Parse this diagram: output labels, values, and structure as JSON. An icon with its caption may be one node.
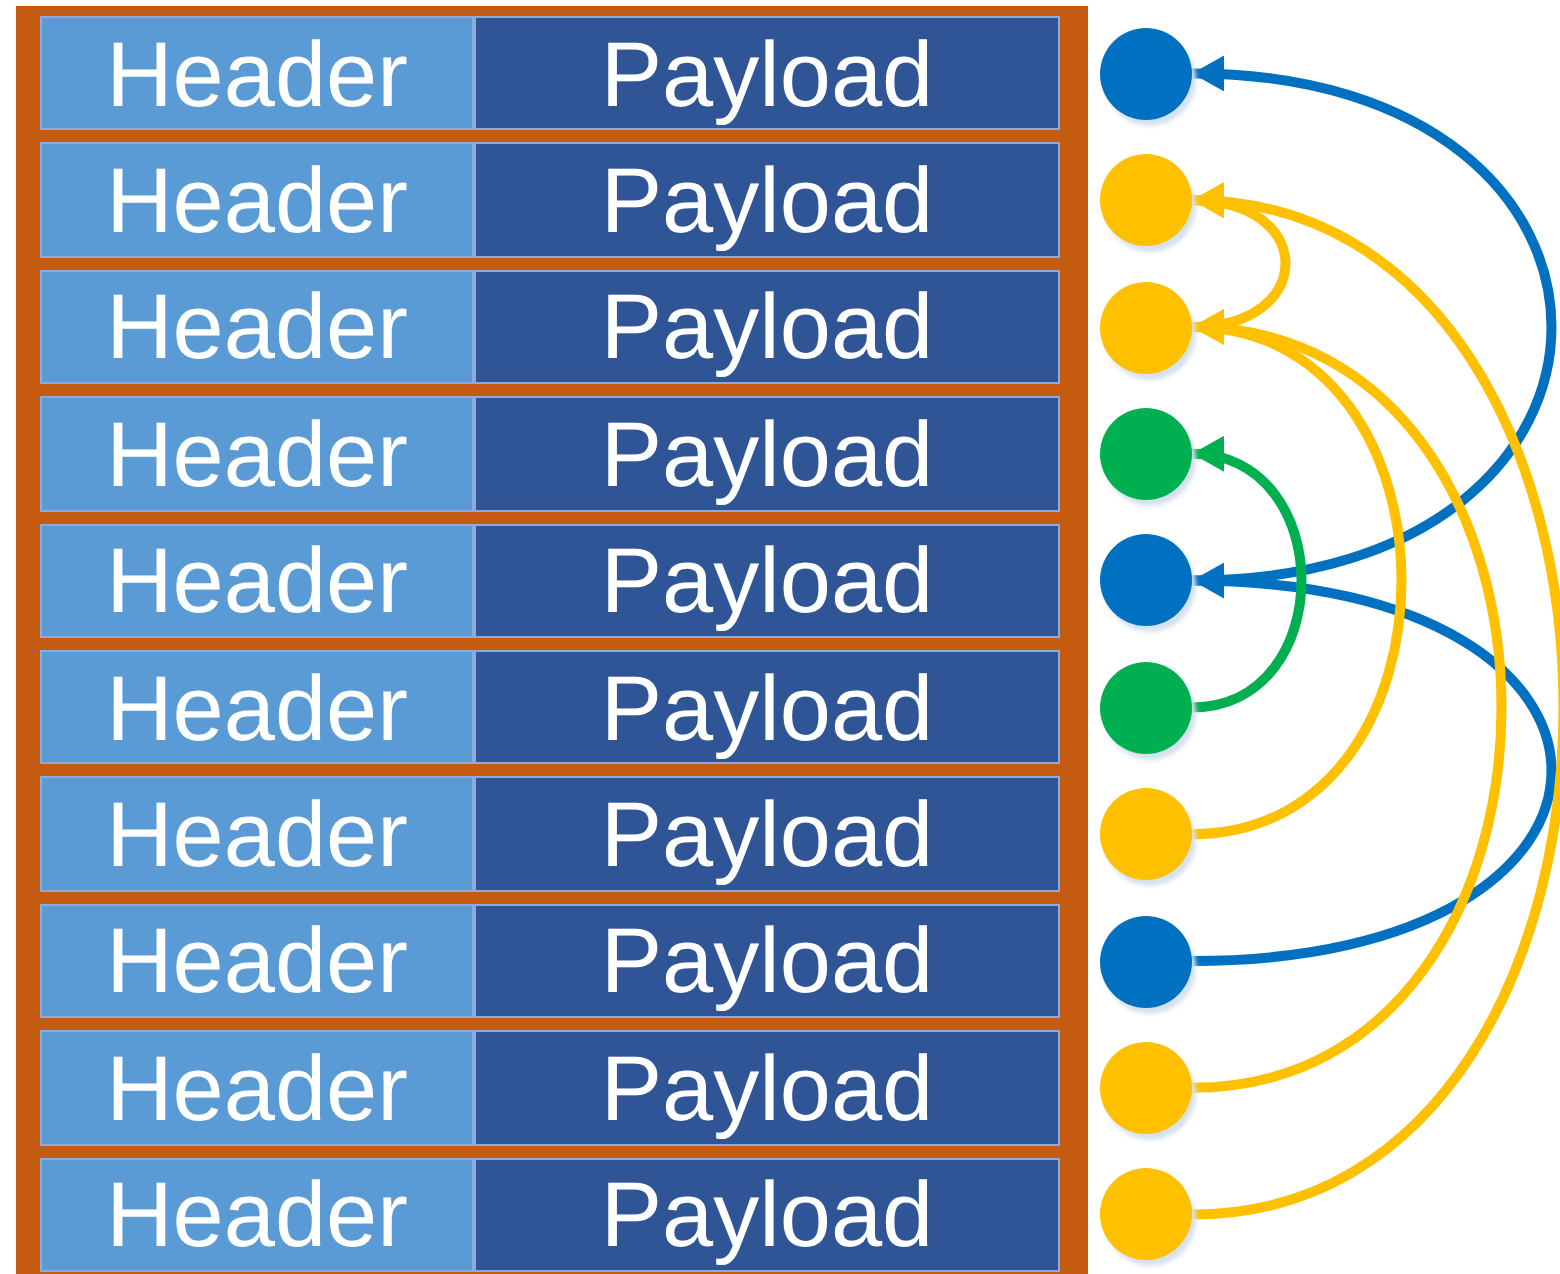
{
  "diagram": {
    "nodes": [
      {
        "text": [
          "Header"
        ]
      },
      {
        "text": [
          "Payload"
        ]
      },
      {
        "text": [],
        "shape": "circle"
      },
      {
        "text": [
          "Header"
        ]
      },
      {
        "text": [
          "Payload"
        ]
      },
      {
        "text": [],
        "shape": "circle"
      },
      {
        "text": [
          "Header"
        ]
      },
      {
        "text": [
          "Payload"
        ]
      },
      {
        "text": [],
        "shape": "circle"
      },
      {
        "text": [
          "Header"
        ]
      },
      {
        "text": [
          "Payload"
        ]
      },
      {
        "text": [],
        "shape": "circle"
      },
      {
        "text": [
          "Header"
        ]
      },
      {
        "text": [
          "Payload"
        ]
      },
      {
        "text": [],
        "shape": "circle"
      },
      {
        "text": [
          "Header"
        ]
      },
      {
        "text": [
          "Payload"
        ]
      },
      {
        "text": [],
        "shape": "circle"
      },
      {
        "text": [
          "Header"
        ]
      },
      {
        "text": [
          "Payload"
        ]
      },
      {
        "text": [],
        "shape": "circle"
      },
      {
        "text": [
          "Header"
        ]
      },
      {
        "text": [
          "Payload"
        ]
      },
      {
        "text": [],
        "shape": "circle"
      },
      {
        "text": [
          "Header"
        ]
      },
      {
        "text": [
          "Payload"
        ]
      },
      {
        "text": [],
        "shape": "circle"
      },
      {
        "text": [
          "Header"
        ]
      },
      {
        "text": [
          "Payload"
        ]
      },
      {
        "text": [],
        "shape": "circle"
      }
    ],
    "edges": [
      {
        "from": 14,
        "to": 2,
        "arrow": "to",
        "color": "#0070c0"
      },
      {
        "from": 8,
        "to": 5,
        "arrow": "to",
        "color": "#ffc000"
      },
      {
        "from": 23,
        "to": 14,
        "arrow": "to",
        "color": "#0070c0"
      },
      {
        "from": 17,
        "to": 11,
        "arrow": "to",
        "color": "#00b050"
      },
      {
        "from": 20,
        "to": 8,
        "arrow": "to",
        "color": "#ffc000"
      },
      {
        "from": 26,
        "to": 8,
        "arrow": "to",
        "color": "#ffc000"
      },
      {
        "from": 29,
        "to": 5,
        "arrow": "to",
        "color": "#ffc000"
      }
    ]
  }
}
